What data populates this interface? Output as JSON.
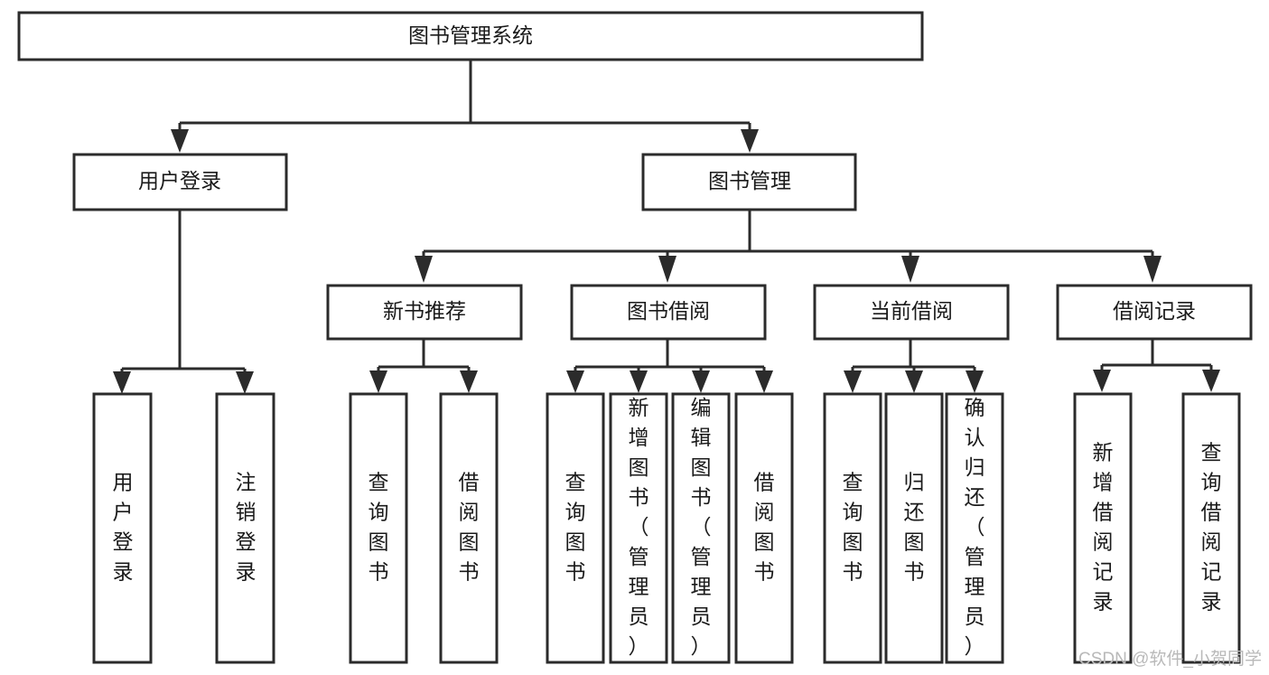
{
  "diagram": {
    "title": "图书管理系统",
    "type": "tree-hierarchy-diagram",
    "colors": {
      "box_stroke": "#2b2b2b",
      "box_fill": "#ffffff",
      "connector": "#2b2b2b",
      "text": "#1a1a1a",
      "watermark": "#b9b9b9",
      "background": "#ffffff"
    },
    "nodes": {
      "root": {
        "label": "图书管理系统"
      },
      "level2": [
        {
          "id": "user-login",
          "label": "用户登录"
        },
        {
          "id": "book-manage",
          "label": "图书管理"
        }
      ],
      "level3": [
        {
          "id": "new-book-recommend",
          "label": "新书推荐"
        },
        {
          "id": "book-borrow",
          "label": "图书借阅"
        },
        {
          "id": "current-borrow",
          "label": "当前借阅"
        },
        {
          "id": "borrow-record",
          "label": "借阅记录"
        }
      ],
      "leaves": {
        "user-login": [
          {
            "id": "leaf-user-login",
            "label": "用户登录"
          },
          {
            "id": "leaf-logout",
            "label": "注销登录"
          }
        ],
        "new-book-recommend": [
          {
            "id": "leaf-query-book-1",
            "label": "查询图书"
          },
          {
            "id": "leaf-borrow-book-1",
            "label": "借阅图书"
          }
        ],
        "book-borrow": [
          {
            "id": "leaf-query-book-2",
            "label": "查询图书"
          },
          {
            "id": "leaf-add-book",
            "label": "新增图书（管理员）"
          },
          {
            "id": "leaf-edit-book",
            "label": "编辑图书（管理员）"
          },
          {
            "id": "leaf-borrow-book-2",
            "label": "借阅图书"
          }
        ],
        "current-borrow": [
          {
            "id": "leaf-query-book-3",
            "label": "查询图书"
          },
          {
            "id": "leaf-return-book",
            "label": "归还图书"
          },
          {
            "id": "leaf-confirm-return",
            "label": "确认归还（管理员）"
          }
        ],
        "borrow-record": [
          {
            "id": "leaf-add-record",
            "label": "新增借阅记录"
          },
          {
            "id": "leaf-query-record",
            "label": "查询借阅记录"
          }
        ]
      }
    },
    "watermark": "CSDN @软件_小贺同学"
  }
}
